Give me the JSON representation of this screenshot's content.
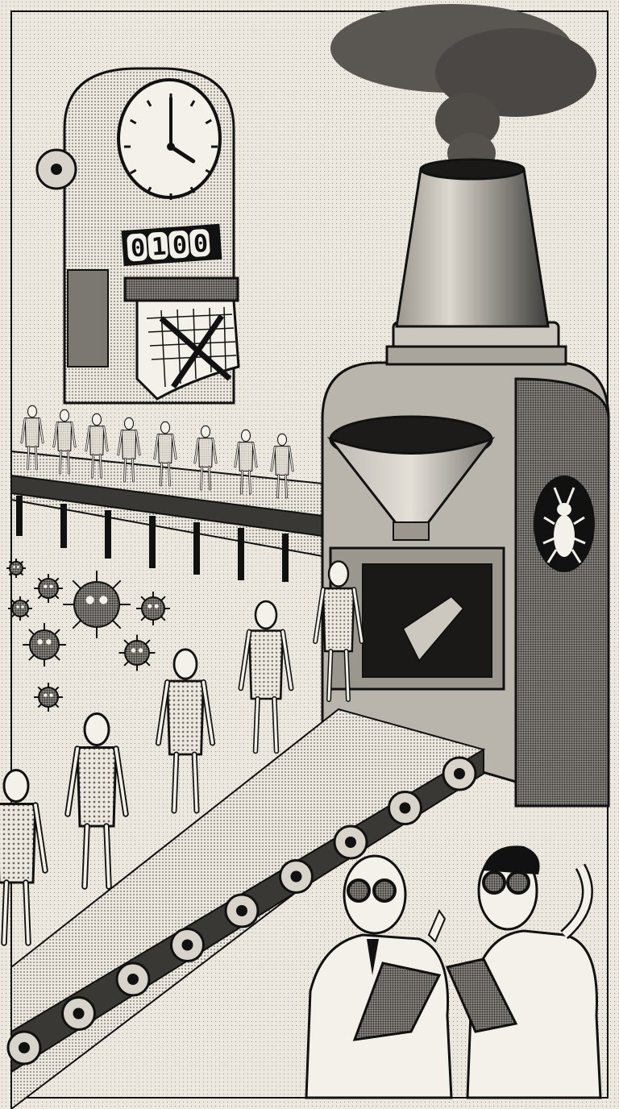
{
  "illustration": {
    "counter": {
      "digits": [
        "0",
        "1",
        "0",
        "0"
      ]
    },
    "clock": {
      "hour": 4,
      "minute": 0
    },
    "colors": {
      "paper": "#ece8df",
      "ink": "#111111",
      "mid_gray": "#8a8781",
      "dark_gray": "#3d3b38",
      "light": "#f4f1ea"
    },
    "icons": [
      "gear-icon",
      "clock-icon",
      "calendar-icon",
      "beetle-icon",
      "funnel-icon",
      "smokestack-icon"
    ]
  }
}
